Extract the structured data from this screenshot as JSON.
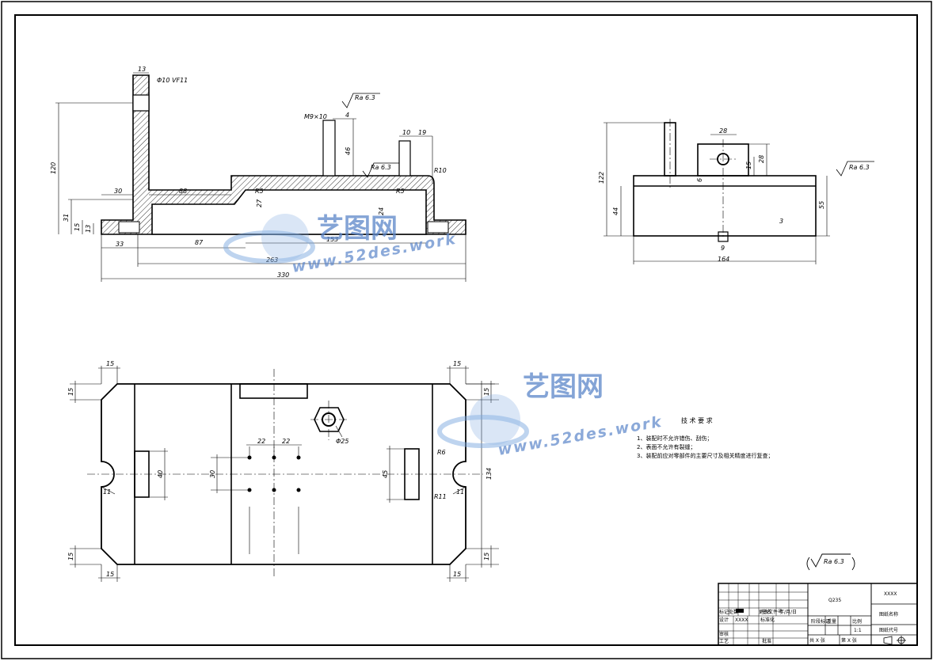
{
  "tech_requirements": {
    "title": "技 术 要 求",
    "items": [
      "1、装配时不允许错伤、刮伤；",
      "2、表面不允许有裂缝；",
      "3、装配前应对零部件的主要尺寸及相关精度进行复查；"
    ]
  },
  "roughness": {
    "general": "Ra 6.3",
    "callout": "Ra 6.3"
  },
  "front_view": {
    "dims": [
      "13",
      "Φ10 VF11",
      "120",
      "30",
      "88",
      "31",
      "15",
      "13",
      "33",
      "87",
      "153",
      "263",
      "330",
      "M9×10",
      "4",
      "46",
      "10",
      "19",
      "R10",
      "R5",
      "27",
      "R5",
      "24"
    ]
  },
  "side_view": {
    "dims": [
      "28",
      "28",
      "15",
      "6",
      "122",
      "44",
      "55",
      "3",
      "9",
      "164"
    ]
  },
  "top_view": {
    "dims": [
      "15",
      "15",
      "15",
      "15",
      "22",
      "22",
      "Φ25",
      "40",
      "30",
      "45",
      "134",
      "R6",
      "11",
      "11",
      "R11",
      "15",
      "15",
      "15",
      "15"
    ]
  },
  "title_block": {
    "material": "Q235",
    "company": "XXXX",
    "drawing_name": "图纸名称",
    "drawing_code": "图纸代号",
    "designer": "XXXX",
    "scale": "1:1",
    "row_label_1": "标记",
    "row_label_2": "处数",
    "row_label_3": "设计",
    "row_label_4": "审核",
    "row_label_5": "工艺",
    "sign_date": "更改文件号",
    "standard": "标准化",
    "approve": "批准",
    "stage": "阶段标记",
    "weight": "重量",
    "ratio": "比例",
    "sheet_count": "共 X 张",
    "sheet_no": "第 X 张",
    "signature": "签名",
    "year": "年/月/日"
  },
  "watermark": {
    "cn": "艺图网",
    "url": "www.52des.work"
  }
}
